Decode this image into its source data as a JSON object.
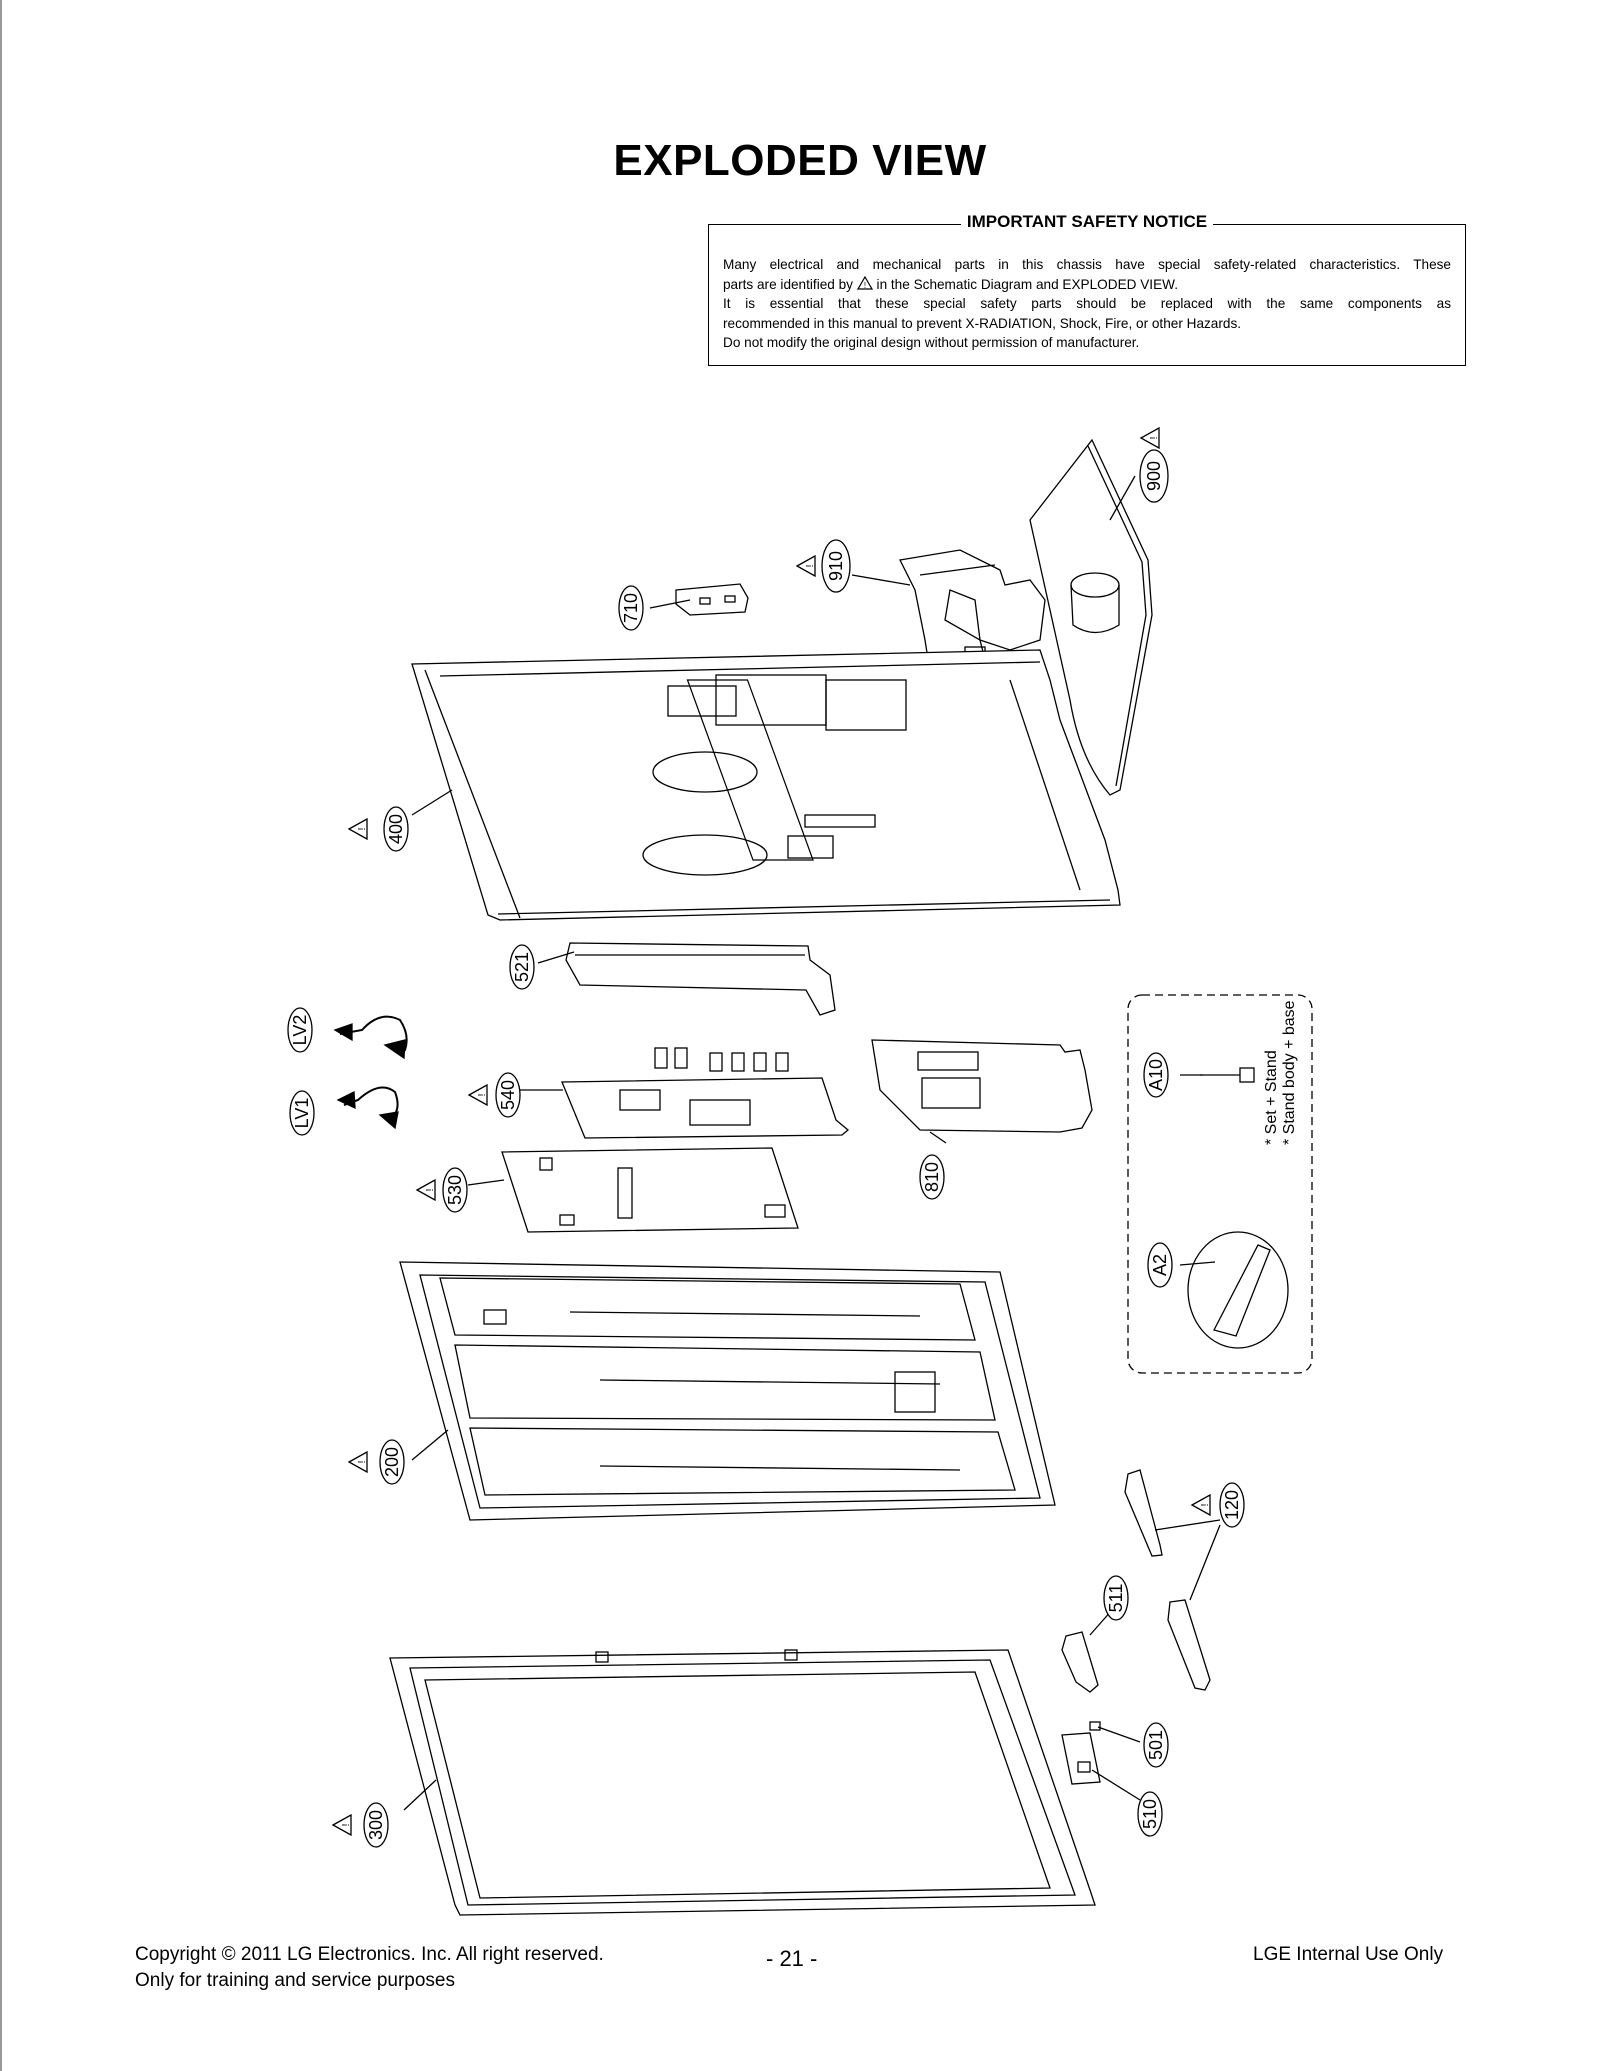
{
  "page": {
    "title": "EXPLODED VIEW",
    "page_number": "- 21 -"
  },
  "notice": {
    "heading": "IMPORTANT SAFETY NOTICE",
    "line1": "Many electrical and mechanical parts in this chassis have special safety-related characteristics. These",
    "line2_pre": "parts are identified by",
    "line2_post": "in the Schematic Diagram and EXPLODED VIEW.",
    "line3": "It is essential that these special safety parts should be replaced with the same components as",
    "line4": "recommended in this manual to prevent X-RADIATION, Shock, Fire, or other Hazards.",
    "line5": "Do not modify the original design without permission of manufacturer."
  },
  "parts": {
    "p900": "900",
    "p910": "910",
    "p710": "710",
    "p400": "400",
    "p521": "521",
    "plv2": "LV2",
    "plv1": "LV1",
    "p540": "540",
    "p530": "530",
    "p810": "810",
    "pa10": "A10",
    "pa2": "A2",
    "p200": "200",
    "p120": "120",
    "p511": "511",
    "p501": "501",
    "p510": "510",
    "p300": "300"
  },
  "stand_box": {
    "line1": "* Set + Stand",
    "line2": "* Stand body + base"
  },
  "footer": {
    "copyright": "Copyright  © 2011 LG Electronics. Inc. All right reserved.",
    "training": "Only for training and service purposes",
    "internal": "LGE Internal Use Only"
  }
}
